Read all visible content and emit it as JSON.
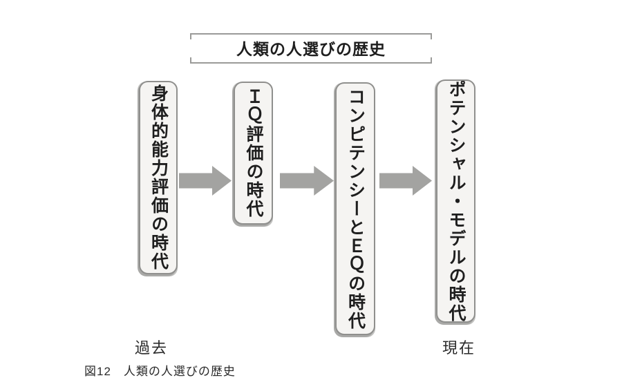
{
  "diagram": {
    "title": "人類の人選びの歴史",
    "stages": [
      {
        "label": "身体的能力評価の時代"
      },
      {
        "label": "ＩＱ評価の時代"
      },
      {
        "label": "コンピテンシーとＥＱの時代"
      },
      {
        "label": "ポテンシャル・モデルの時代"
      }
    ],
    "arrows": 3,
    "timeline": {
      "start_label": "過去",
      "end_label": "現在"
    },
    "caption": {
      "number": "図12",
      "text": "人類の人選びの歴史"
    },
    "colors": {
      "arrow": "#a3a3a1",
      "box_border": "#8f8f8d",
      "box_fill": "#f5f4f2",
      "box_text": "#1e1e1e",
      "bracket": "#9a9a98",
      "label_text": "#2a2a2a"
    }
  }
}
